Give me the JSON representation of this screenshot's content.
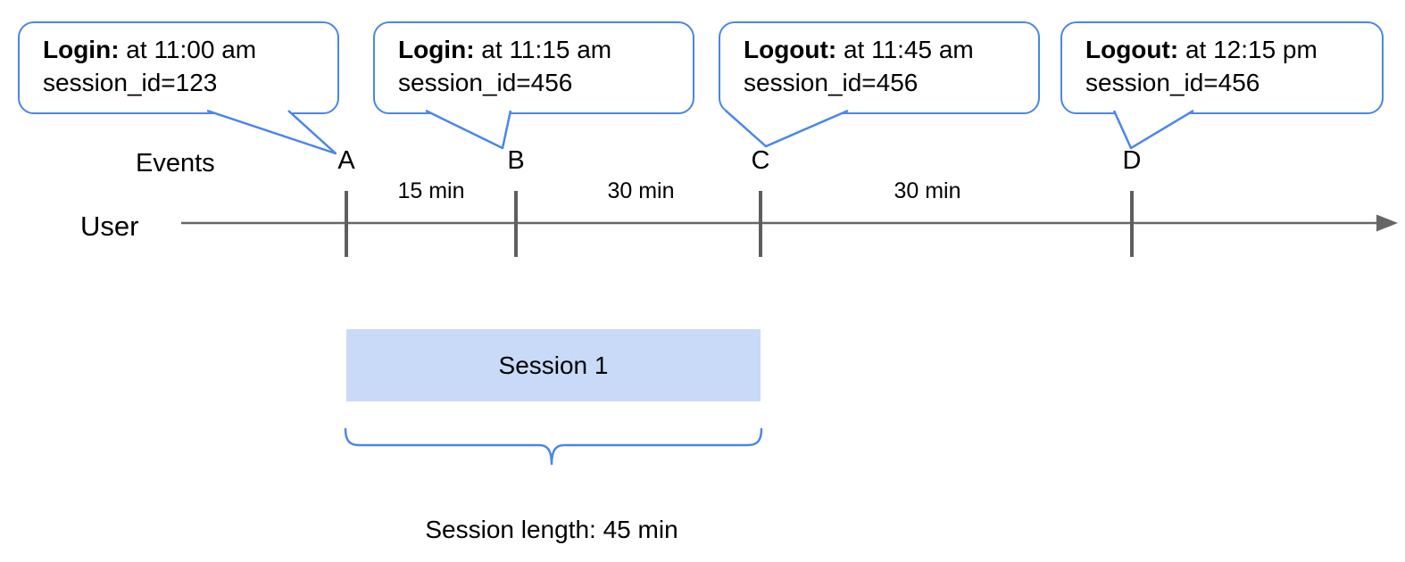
{
  "callouts": [
    {
      "event": "Login:",
      "time": " at 11:00 am",
      "session": "session_id=123"
    },
    {
      "event": "Login:",
      "time": " at 11:15 am",
      "session": "session_id=456"
    },
    {
      "event": "Logout:",
      "time": " at 11:45 am",
      "session": "session_id=456"
    },
    {
      "event": "Logout:",
      "time": " at 12:15 pm",
      "session": "session_id=456"
    }
  ],
  "axis": {
    "events_label": "Events",
    "user_label": "User",
    "markers": [
      "A",
      "B",
      "C",
      "D"
    ],
    "intervals": [
      "15 min",
      "30 min",
      "30 min"
    ]
  },
  "session": {
    "box_label": "Session 1",
    "length_label": "Session length: 45 min"
  },
  "colors": {
    "accent_blue": "#4a86e8",
    "session_fill": "#c9daf8",
    "timeline_gray": "#666666",
    "tick_gray": "#5e5e5e"
  }
}
